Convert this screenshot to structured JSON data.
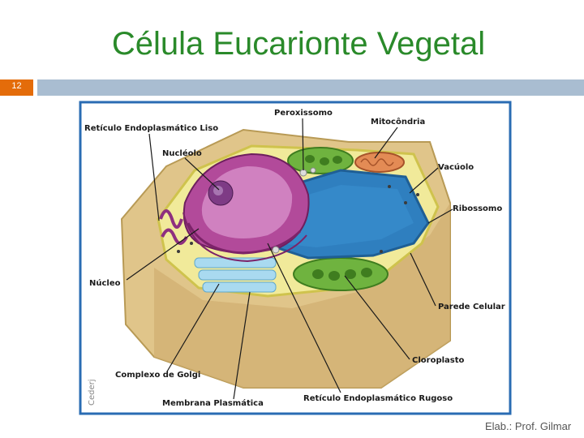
{
  "slide": {
    "title": "Célula Eucarionte Vegetal",
    "number": "12",
    "credit": "Elab.: Prof. Gilmar",
    "accent_color": "#e46c0a",
    "title_color": "#2a8a2a",
    "rule_color": "#a9bdd1",
    "frame_color": "#2a6cb3"
  },
  "figure": {
    "watermark": "Cederj",
    "labels": {
      "peroxissomo": "Peroxissomo",
      "reticulo_liso": "Retículo Endoplasmático Liso",
      "mitocondria": "Mitocôndria",
      "nucleolo": "Nucléolo",
      "vacuolo": "Vacúolo",
      "ribossomo": "Ribossomo",
      "nucleo": "Núcleo",
      "parede_celular": "Parede Celular",
      "cloroplasto": "Cloroplasto",
      "complexo_golgi": "Complexo de Golgi",
      "reticulo_rugoso": "Retículo Endoplasmático Rugoso",
      "membrana_plasmatica": "Membrana Plasmática"
    }
  }
}
